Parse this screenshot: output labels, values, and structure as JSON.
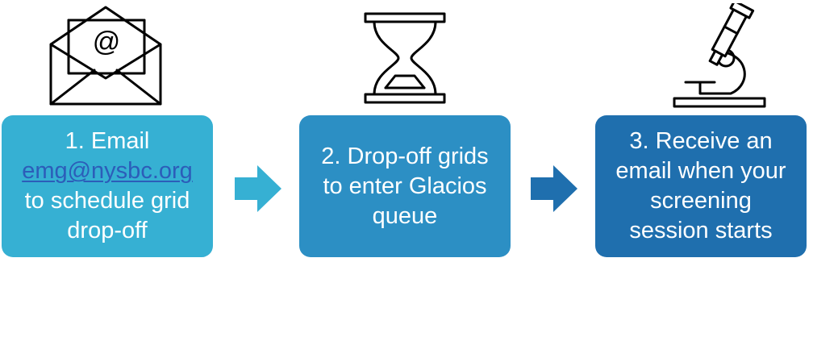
{
  "colors": {
    "step1": "#36b0d3",
    "step2": "#2c8fc4",
    "step3": "#1f6fae",
    "link": "#2c5db9",
    "icon_stroke": "#000000",
    "text": "#ffffff"
  },
  "icons": {
    "step1": "envelope-at-icon",
    "step2": "hourglass-icon",
    "step3": "microscope-icon"
  },
  "steps": [
    {
      "lines": [
        "1. Email",
        "emg@nysbc.org",
        "to schedule grid",
        "drop-off"
      ]
    },
    {
      "lines": [
        "2. Drop-off grids",
        "to enter Glacios",
        "queue"
      ]
    },
    {
      "lines": [
        "3. Receive an",
        "email when your",
        "screening",
        "session starts"
      ]
    }
  ]
}
